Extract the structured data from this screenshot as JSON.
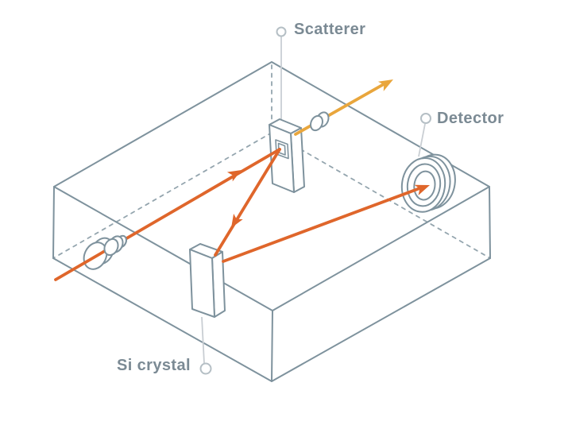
{
  "diagram": {
    "labels": {
      "scatterer": "Scatterer",
      "detector": "Detector",
      "si_crystal": "Si crystal"
    },
    "components": [
      {
        "name": "experiment-box",
        "kind": "isometric wireframe enclosure"
      },
      {
        "name": "beam-source-lens",
        "kind": "stepped cylindrical source on left wall"
      },
      {
        "name": "si-crystal",
        "kind": "vertical crystal slab",
        "label_ref": "si_crystal"
      },
      {
        "name": "scatterer",
        "kind": "vertical slab with square aperture",
        "label_ref": "scatterer"
      },
      {
        "name": "collimator-disc",
        "kind": "small disc on scattered beam"
      },
      {
        "name": "detector",
        "kind": "ring detector on right",
        "label_ref": "detector"
      }
    ],
    "beams": [
      {
        "name": "incident-beam",
        "color_ref": "beam_primary",
        "path": "source lens to scatterer aperture",
        "arrow": "midway"
      },
      {
        "name": "deflected-beam",
        "color_ref": "beam_primary",
        "path": "scatterer aperture down to Si crystal",
        "arrow": "midway"
      },
      {
        "name": "detected-beam",
        "color_ref": "beam_primary",
        "path": "Si crystal to detector ring",
        "arrow": "at detector"
      },
      {
        "name": "scattered-beam",
        "color_ref": "beam_scattered",
        "path": "scatterer through disc exiting upper right",
        "arrow": "at end"
      }
    ],
    "colors": {
      "background": "#ffffff",
      "wireframe": "#7e929d",
      "hidden_edge": "#94a5ae",
      "leader": "#c9ced3",
      "marker_ring": "#b5bfc5",
      "label_text": "#7b8a94",
      "beam_primary": "#df662b",
      "beam_scattered": "#e9a63c"
    }
  }
}
